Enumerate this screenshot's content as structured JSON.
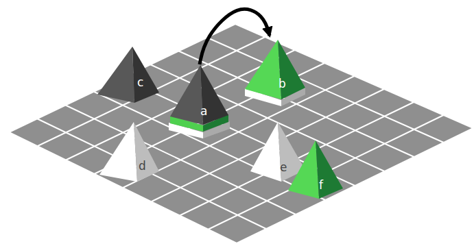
{
  "diagram": {
    "nodes": [
      {
        "text": [
          "c"
        ]
      },
      {
        "text": [
          "a"
        ]
      },
      {
        "text": [
          "b"
        ]
      },
      {
        "text": [
          "d"
        ]
      },
      {
        "text": [
          "e"
        ]
      },
      {
        "text": [
          "f"
        ]
      }
    ],
    "edges": [
      {
        "from": 1,
        "to": 2,
        "arrow": "to"
      }
    ]
  }
}
